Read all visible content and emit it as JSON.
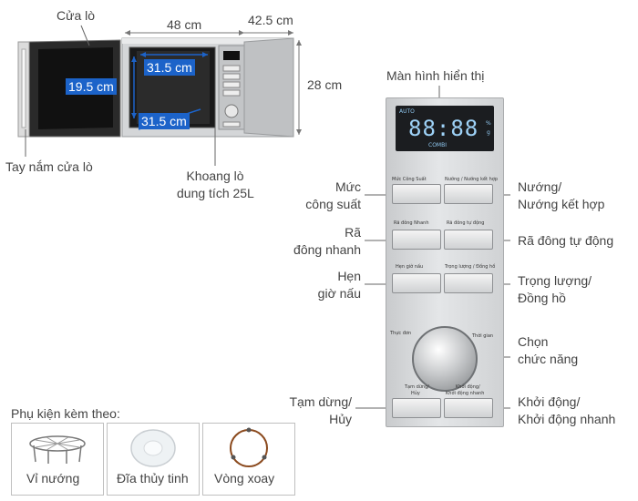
{
  "dimensions": {
    "width": "48 cm",
    "depth": "42.5 cm",
    "height": "28 cm",
    "cavity_width": "31.5 cm",
    "cavity_height": "19.5 cm",
    "cavity_depth": "31.5 cm"
  },
  "parts": {
    "door": "Cửa lò",
    "door_handle": "Tay nắm cửa lò",
    "cavity_line1": "Khoang lò",
    "cavity_line2": "dung tích 25L",
    "display": "Màn hình hiển thị"
  },
  "controls": {
    "power_l1": "Mức",
    "power_l2": "công suất",
    "grill_l1": "Nướng/",
    "grill_l2": "Nướng kết hợp",
    "quickdefrost_l1": "Rã",
    "quickdefrost_l2": "đông nhanh",
    "autodefrost": "Rã đông tự động",
    "timer_l1": "Hẹn",
    "timer_l2": "giờ nấu",
    "weight_l1": "Trọng lượng/",
    "weight_l2": "Đồng hồ",
    "select_l1": "Chọn",
    "select_l2": "chức năng",
    "pause_l1": "Tạm dừng/",
    "pause_l2": "Hủy",
    "start_l1": "Khởi động/",
    "start_l2": "Khởi động nhanh"
  },
  "panel_buttons": {
    "b1": "Mức Công Suất",
    "b2": "Nướng / Nướng kết hợp",
    "b3": "Rã đông Nhanh",
    "b4": "Rã đông tự động",
    "b5": "Hẹn giờ nấu",
    "b6": "Trọng lượng / Đồng hồ",
    "b7_l1": "Tạm dừng/",
    "b7_l2": "Hủy",
    "b8_l1": "Khởi động/",
    "b8_l2": "Khởi động nhanh",
    "knob_left": "Thực đơn",
    "knob_right": "Thời gian"
  },
  "display_screen": {
    "mode": "AUTO",
    "digits": "88:88",
    "unit": "g",
    "percent": "%",
    "bottom": "COMBI"
  },
  "accessories": {
    "title": "Phụ kiện kèm theo:",
    "items": [
      "Vỉ nướng",
      "Đĩa thủy tinh",
      "Vòng xoay"
    ]
  },
  "colors": {
    "highlight": "#1c63c9",
    "display_digits": "#9ed2f7"
  }
}
